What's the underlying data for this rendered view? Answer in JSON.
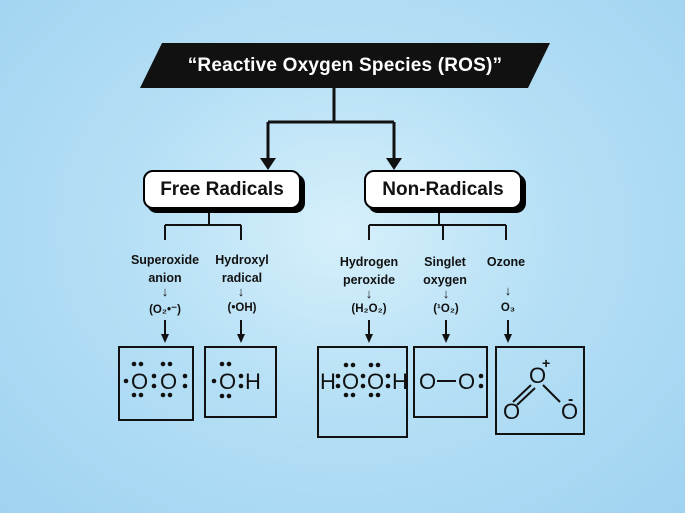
{
  "title": "“Reactive Oxygen Species (ROS)”",
  "categories": {
    "free": "Free Radicals",
    "non": "Non-Radicals"
  },
  "species": [
    {
      "name_line1": "Superoxide",
      "name_line2": "anion",
      "formula": "(O₂•⁻)"
    },
    {
      "name_line1": "Hydroxyl",
      "name_line2": "radical",
      "formula": "(•OH)"
    },
    {
      "name_line1": "Hydrogen",
      "name_line2": "peroxide",
      "formula": "(H₂O₂)"
    },
    {
      "name_line1": "Singlet",
      "name_line2": "oxygen",
      "formula": "(¹O₂)"
    },
    {
      "name_line1": "Ozone",
      "name_line2": "",
      "formula": "O₃"
    }
  ],
  "arrow_glyph": "↓",
  "structures": {
    "superoxide": [
      "O",
      "O"
    ],
    "hydroxyl": [
      "O",
      "H"
    ],
    "peroxide": [
      "H",
      "O",
      "O",
      "H"
    ],
    "singlet": [
      "O",
      "O"
    ],
    "ozone": {
      "center": "O",
      "left": "O",
      "right": "O",
      "plus": "+",
      "minus": "-"
    }
  },
  "colors": {
    "banner": "#111111",
    "box_border": "#000000",
    "background": "#b5dff5"
  }
}
